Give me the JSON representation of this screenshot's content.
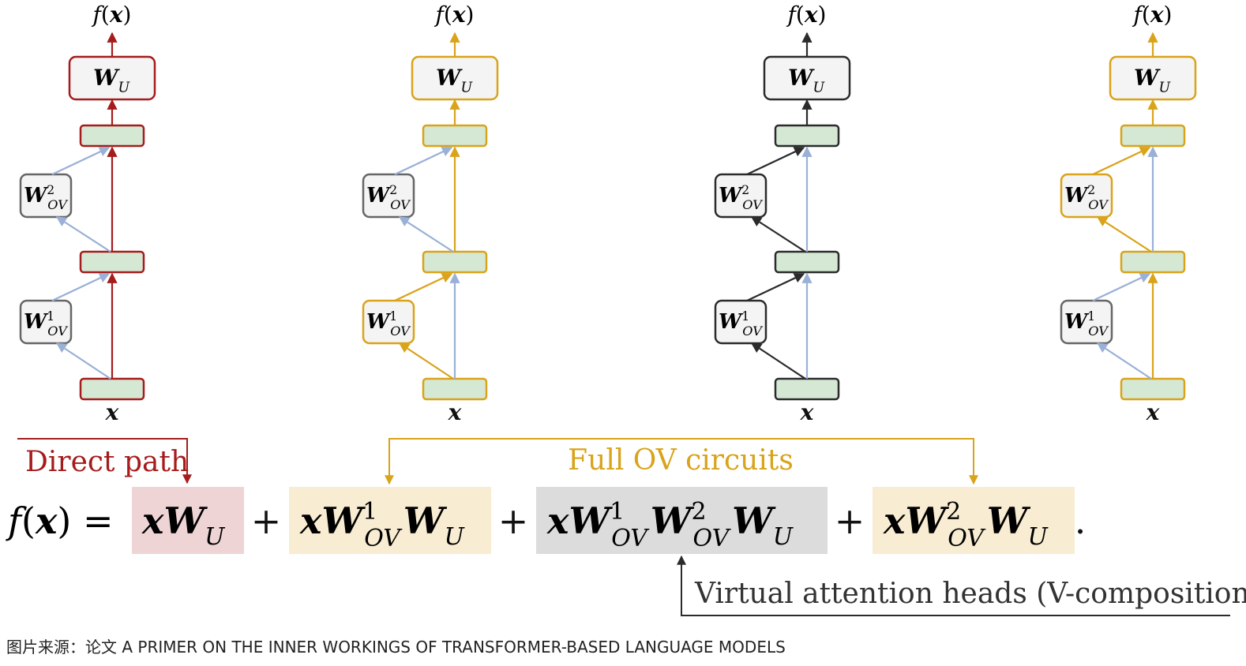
{
  "colors": {
    "direct": "#a51c1c",
    "full_ov": "#d9a31a",
    "virtual": "#2b2b2b",
    "faded_arrow": "#9ab0d6",
    "residual_fill": "#d5e8d4",
    "head_fill": "#f4f4f4",
    "direct_term_bg": "#efd4d6",
    "full_ov_term_bg": "#f8edd2",
    "virtual_term_bg": "#dcdcdc"
  },
  "labels": {
    "output": "f(x)",
    "input": "x",
    "unembed": "W_U",
    "ov1": "W¹_OV",
    "ov2": "W²_OV",
    "direct_path": "Direct path",
    "full_ov_circuits": "Full OV circuits",
    "virtual_heads": "Virtual attention heads (V-composition)"
  },
  "equation": {
    "lhs": "f(x) =",
    "terms": [
      "xW_U",
      "xW¹_OV W_U",
      "xW¹_OV W²_OV W_U",
      "xW²_OV W_U"
    ],
    "plus": "+",
    "period": "."
  },
  "caption": "图片来源：论文 A PRIMER ON THE INNER WORKINGS OF TRANSFORMER-BASED LANGUAGE MODELS"
}
